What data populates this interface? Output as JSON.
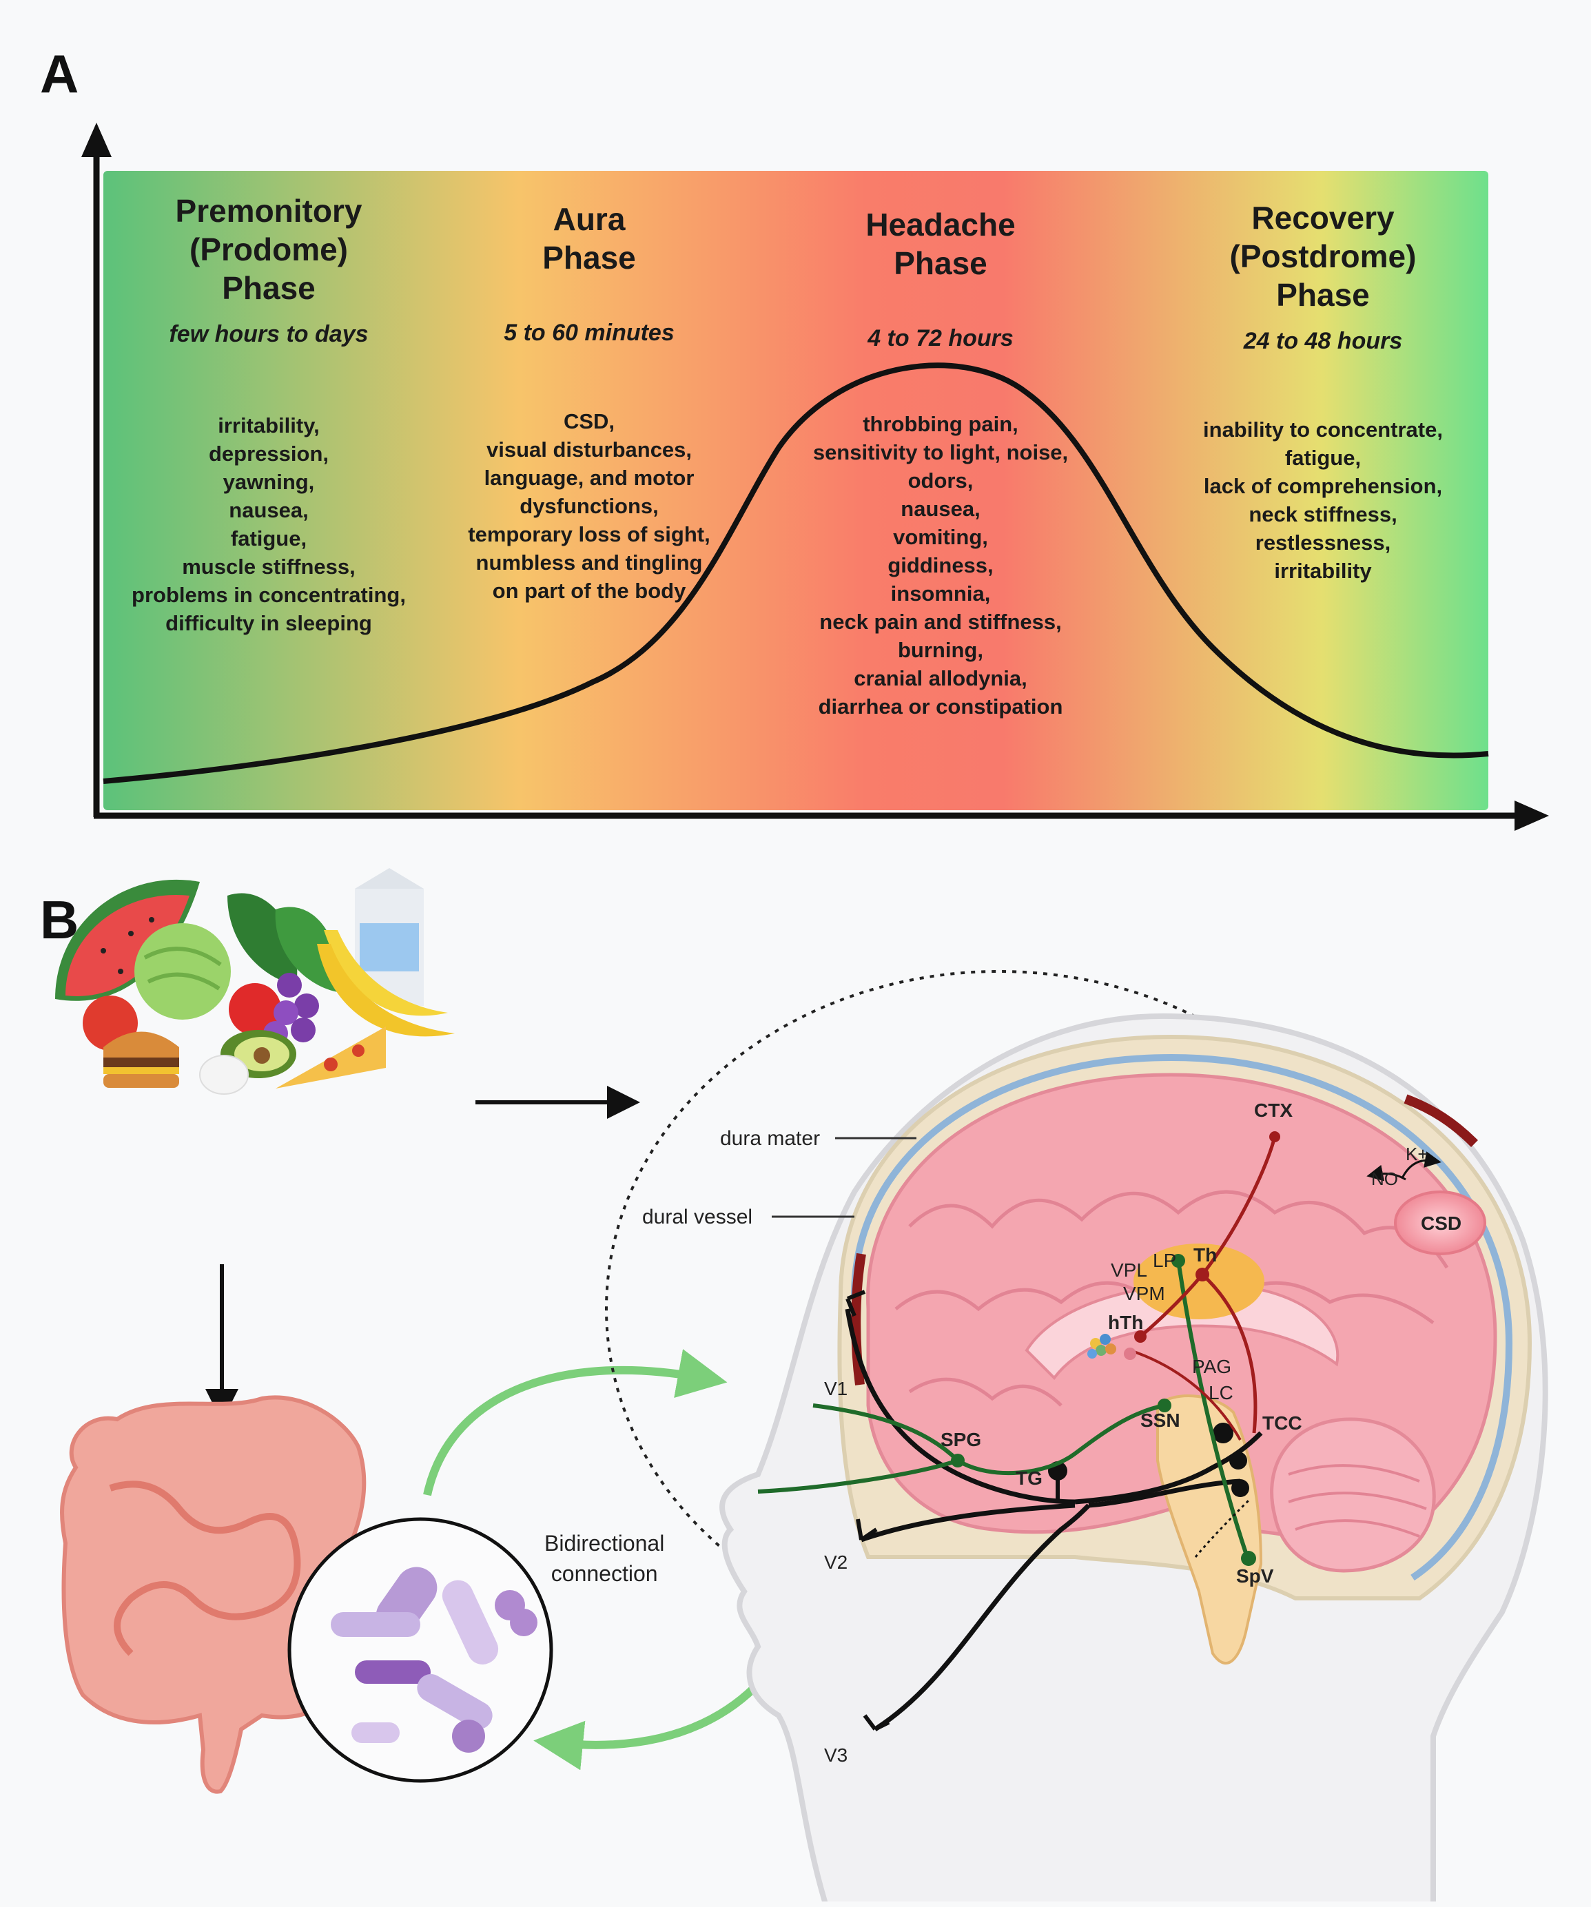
{
  "panel_a": {
    "label": "A",
    "phases": [
      {
        "title": [
          "Premonitory",
          "(Prodome)",
          "Phase"
        ],
        "duration": "few hours to days",
        "symptoms": [
          "irritability,",
          "depression,",
          "yawning,",
          "nausea,",
          "fatigue,",
          "muscle stiffness,",
          "problems in concentrating,",
          "difficulty in sleeping"
        ]
      },
      {
        "title": [
          "Aura",
          "Phase"
        ],
        "duration": "5 to 60 minutes",
        "symptoms": [
          "CSD,",
          "visual disturbances,",
          "language, and motor",
          "dysfunctions,",
          "temporary loss of sight,",
          "numbless and tingling",
          "on part of the body"
        ]
      },
      {
        "title": [
          "Headache",
          "Phase"
        ],
        "duration": "4 to 72 hours",
        "symptoms": [
          "throbbing pain,",
          "sensitivity to light, noise,",
          "odors,",
          "nausea,",
          "vomiting,",
          "giddiness,",
          "insomnia,",
          "neck pain and stiffness,",
          "burning,",
          "cranial allodynia,",
          "diarrhea or constipation"
        ]
      },
      {
        "title": [
          "Recovery",
          "(Postdrome)",
          "Phase"
        ],
        "duration": "24 to 48 hours",
        "symptoms": [
          "inability to concentrate,",
          "fatigue,",
          "lack of comprehension,",
          "neck stiffness,",
          "restlessness,",
          "irritability"
        ]
      }
    ],
    "colors": {
      "gradient_stops": [
        "#5cc27a",
        "#f7c46a",
        "#f97d6a",
        "#f87a6c",
        "#e5df70",
        "#6ee08c"
      ],
      "curve": "#111111",
      "axis": "#111111"
    }
  },
  "panel_b": {
    "label": "B",
    "labels": {
      "dura_mater": "dura mater",
      "dural_vessel": "dural vessel",
      "ctx": "CTX",
      "k_plus": "K+",
      "no": "NO",
      "csd": "CSD",
      "vpl": "VPL",
      "lp": "LP",
      "th": "Th",
      "vpm": "VPM",
      "hth": "hTh",
      "pag": "PAG",
      "lc": "LC",
      "ssn": "SSN",
      "tcc": "TCC",
      "v1": "V1",
      "spg": "SPG",
      "tg": "TG",
      "v2": "V2",
      "spv": "SpV",
      "v3": "V3",
      "bidirectional": [
        "Bidirectional",
        "connection"
      ]
    },
    "icons": [
      "food-illustration",
      "intestine-illustration",
      "microbiota-illustration",
      "brain-illustration",
      "head-outline"
    ],
    "colors": {
      "brain": "#f4a6b0",
      "dura": "#8fb4d8",
      "vessel": "#8b1a1a",
      "green_path": "#1f6b2a",
      "red_path": "#a11d1d",
      "arrow_green": "#7ccf7a",
      "thalamus": "#f5b84f"
    }
  }
}
